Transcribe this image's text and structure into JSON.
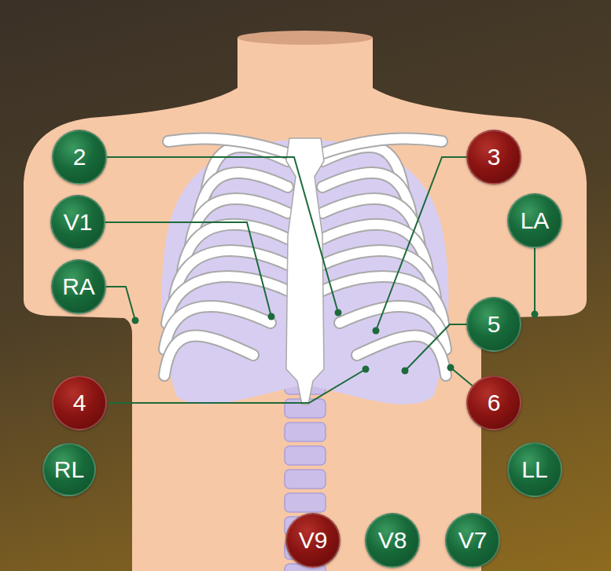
{
  "diagram": {
    "nodes": [
      {
        "text": [
          "2"
        ]
      },
      {
        "text": [
          "3"
        ]
      },
      {
        "text": [
          "V1"
        ]
      },
      {
        "text": [
          "LA"
        ]
      },
      {
        "text": [
          "RA"
        ]
      },
      {
        "text": [
          "5"
        ]
      },
      {
        "text": [
          "4"
        ]
      },
      {
        "text": [
          "6"
        ]
      },
      {
        "text": [
          "RL"
        ]
      },
      {
        "text": [
          "LL"
        ]
      },
      {
        "text": [
          "V9"
        ]
      },
      {
        "text": [
          "V8"
        ]
      },
      {
        "text": [
          "V7"
        ]
      }
    ]
  }
}
